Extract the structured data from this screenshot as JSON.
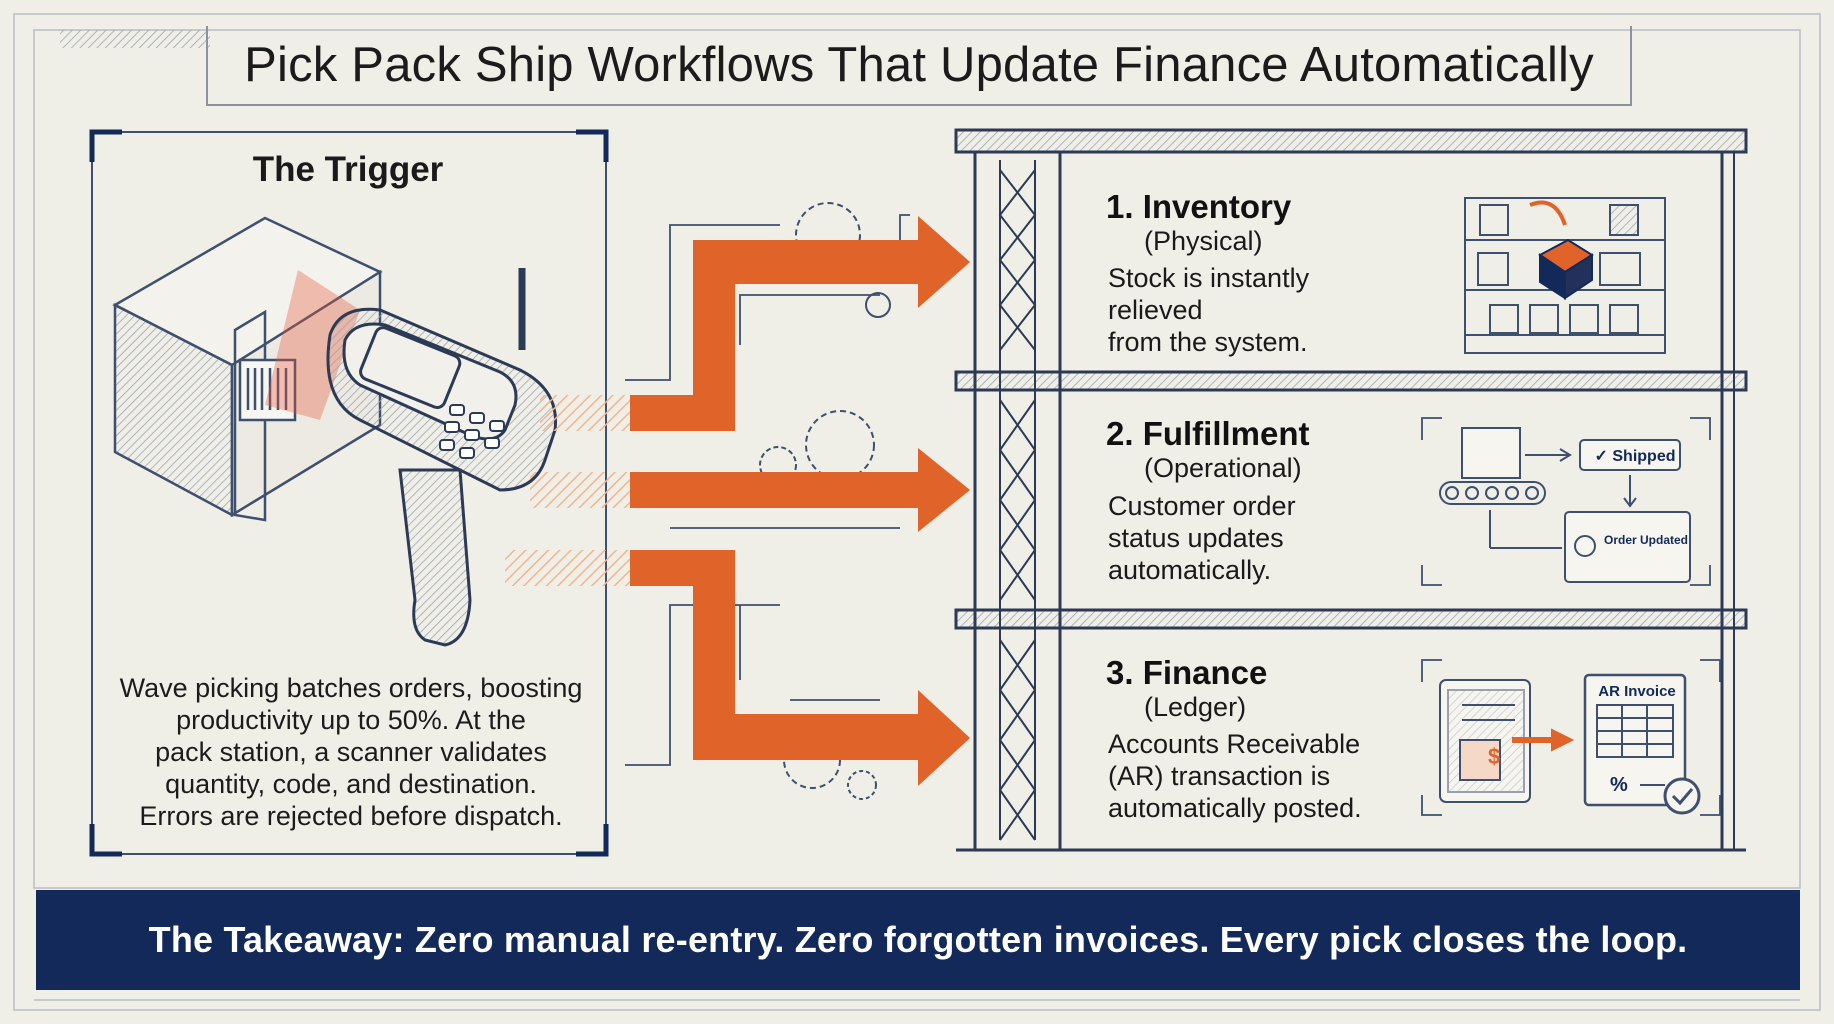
{
  "title": "Pick Pack Ship Workflows That Update Finance Automatically",
  "trigger": {
    "heading": "The Trigger",
    "body_lines": [
      "Wave picking batches orders, boosting",
      "productivity up to 50%. At the",
      "pack station, a scanner validates",
      "quantity, code, and destination.",
      "Errors are rejected before dispatch."
    ]
  },
  "stages": [
    {
      "title": "1. Inventory",
      "subtitle": "(Physical)",
      "desc_lines": [
        "Stock is instantly relieved",
        "from the system."
      ],
      "icon": "shelving-box-icon"
    },
    {
      "title": "2. Fulfillment",
      "subtitle": "(Operational)",
      "desc_lines": [
        "Customer order",
        "status updates",
        "automatically."
      ],
      "icon": "conveyor-status-icon",
      "badges": {
        "shipped": "Shipped",
        "order_updated": "Order Updated"
      }
    },
    {
      "title": "3. Finance",
      "subtitle": "(Ledger)",
      "desc_lines": [
        "Accounts Receivable",
        "(AR) transaction is",
        "automatically posted."
      ],
      "icon": "ledger-invoice-icon",
      "badges": {
        "invoice": "AR Invoice",
        "dollar": "$",
        "percent": "%"
      }
    }
  ],
  "takeaway": "The Takeaway: Zero manual re-entry. Zero forgotten invoices. Every pick closes the loop.",
  "colors": {
    "background": "#efeee7",
    "navy": "#13295a",
    "orange": "#e0632a",
    "line": "#3f4f6e"
  }
}
